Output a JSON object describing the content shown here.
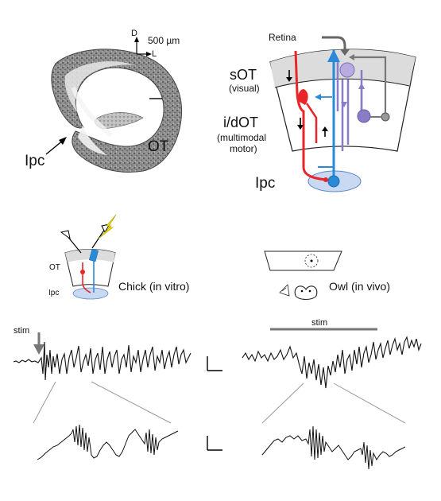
{
  "panel_a": {
    "scale_d": "D",
    "scale_l": "L",
    "scale_bar": "500 µm",
    "label_ot": "OT",
    "label_ipc": "Ipc"
  },
  "panel_b": {
    "retina": "Retina",
    "sot": "sOT",
    "sot_sub": "(visual)",
    "idot": "i/dOT",
    "idot_sub1": "(multimodal",
    "idot_sub2": "motor)",
    "ipc": "Ipc"
  },
  "panel_c": {
    "ot": "OT",
    "ipc": "Ipc",
    "chick": "Chick (in vitro)",
    "owl": "Owl (in vivo)"
  },
  "traces": {
    "stim_left": "stim",
    "stim_right": "stim"
  },
  "colors": {
    "red": "#e8262a",
    "blue": "#2a8ad8",
    "purple": "#7b6fb8",
    "gray": "#8a8a8a",
    "shade": "#dcdcdc",
    "ipc_fill": "#c9d9f2"
  }
}
